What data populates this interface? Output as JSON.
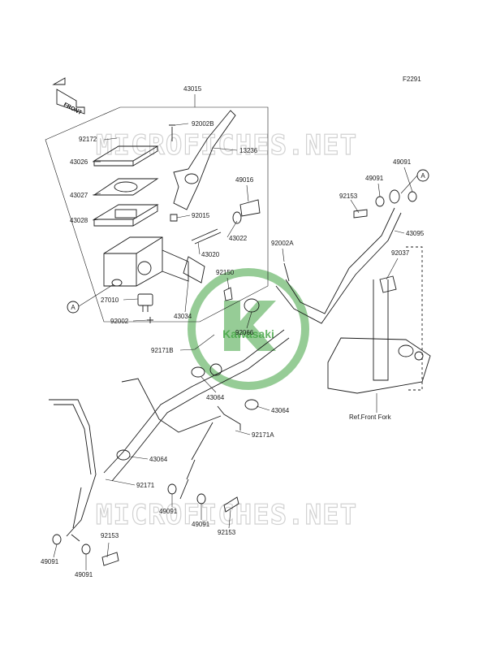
{
  "figure_code": "F2291",
  "front_arrow_label": "FRONT",
  "watermark_text": "MICROFICHES.NET",
  "logo_text": "Kawasaki",
  "ref_label": "Ref.Front Fork",
  "callout_a": "A",
  "parts": [
    "43015",
    "92002B",
    "13236",
    "92172",
    "43026",
    "43027",
    "43028",
    "49016",
    "92015",
    "43022",
    "43020",
    "27010",
    "92002",
    "43034",
    "92150",
    "92066",
    "92171B",
    "43064",
    "43064",
    "43064",
    "92171A",
    "92171",
    "49091",
    "92153",
    "49091",
    "92153",
    "49091",
    "49091",
    "92153",
    "49091",
    "49091",
    "43095",
    "92002A",
    "92037"
  ],
  "colors": {
    "line": "#1a1a1a",
    "watermark": "#d2d2d2",
    "logo": "#3fa33f"
  }
}
